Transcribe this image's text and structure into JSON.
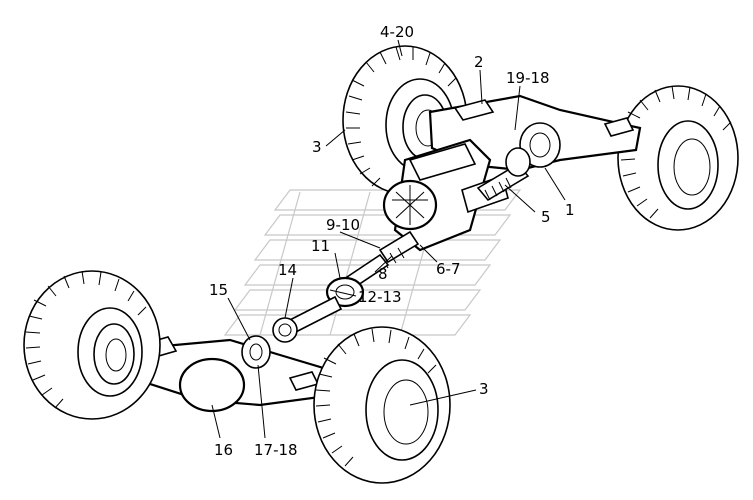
{
  "diagram": {
    "labels": [
      {
        "id": "p4-20",
        "text": "4-20"
      },
      {
        "id": "p2",
        "text": "2"
      },
      {
        "id": "p19-18",
        "text": "19-18"
      },
      {
        "id": "p3-top",
        "text": "3"
      },
      {
        "id": "p5",
        "text": "5"
      },
      {
        "id": "p1",
        "text": "1"
      },
      {
        "id": "p9-10",
        "text": "9-10"
      },
      {
        "id": "p11",
        "text": "11"
      },
      {
        "id": "p6-7",
        "text": "6-7"
      },
      {
        "id": "p8",
        "text": "8"
      },
      {
        "id": "p14",
        "text": "14"
      },
      {
        "id": "p15",
        "text": "15"
      },
      {
        "id": "p12-13",
        "text": "12-13"
      },
      {
        "id": "p3-bottom",
        "text": "3"
      },
      {
        "id": "p16",
        "text": "16"
      },
      {
        "id": "p17-18",
        "text": "17-18"
      }
    ]
  },
  "colors": {
    "line": "#000000",
    "watermark": "#c8c8c8",
    "background": "#ffffff"
  }
}
